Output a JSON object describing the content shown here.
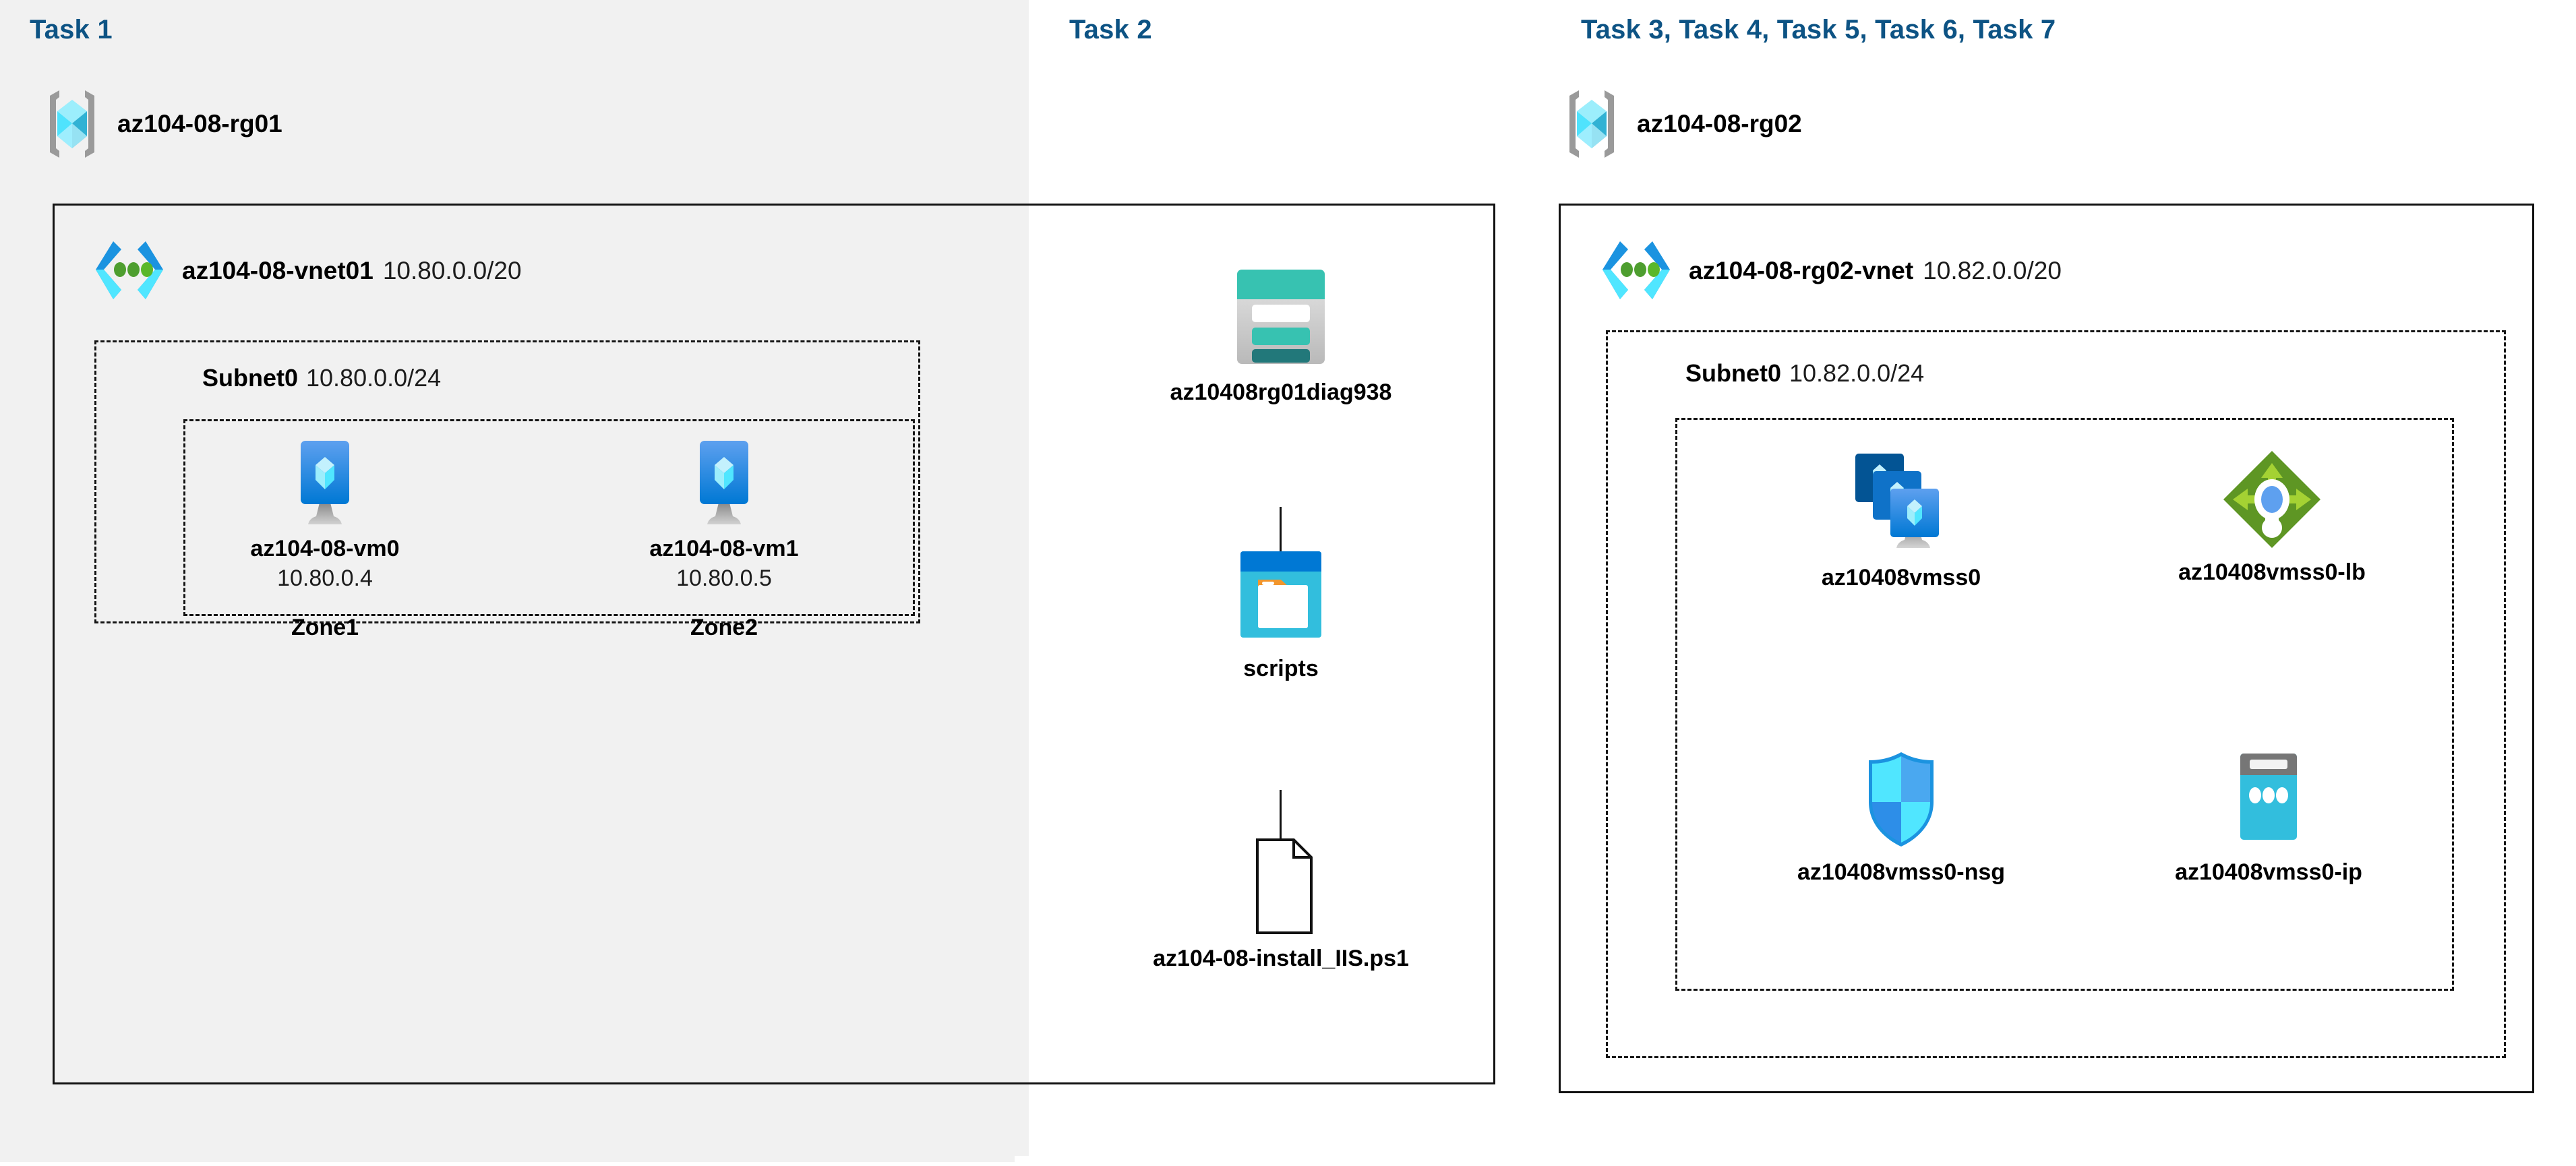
{
  "page": {
    "background": "#ffffff",
    "panel_background": "#f1f1f1",
    "title_color": "#0d5384"
  },
  "panels": [
    {
      "id": "task1",
      "title": "Task 1"
    },
    {
      "id": "task2",
      "title": "Task 2"
    },
    {
      "id": "task3",
      "title": "Task 3, Task 4, Task 5, Task 6, Task 7"
    }
  ],
  "resource_groups": [
    {
      "id": "rg01",
      "name": "az104-08-rg01",
      "icon": "resource-group-icon"
    },
    {
      "id": "rg02",
      "name": "az104-08-rg02",
      "icon": "resource-group-icon"
    }
  ],
  "vnets": [
    {
      "id": "vnet01",
      "name": "az104-08-vnet01",
      "cidr": "10.80.0.0/20",
      "icon": "virtual-network-icon"
    },
    {
      "id": "vnet02",
      "name": "az104-08-rg02-vnet",
      "cidr": "10.82.0.0/20",
      "icon": "virtual-network-icon"
    }
  ],
  "subnets": [
    {
      "id": "subnet0-vnet01",
      "name": "Subnet0",
      "cidr": "10.80.0.0/24"
    },
    {
      "id": "subnet0-vnet02",
      "name": "Subnet0",
      "cidr": "10.82.0.0/24"
    }
  ],
  "task1_nodes": [
    {
      "id": "vm0",
      "name": "az104-08-vm0",
      "ip": "10.80.0.4",
      "zone": "Zone1",
      "icon": "virtual-machine-icon"
    },
    {
      "id": "vm1",
      "name": "az104-08-vm1",
      "ip": "10.80.0.5",
      "zone": "Zone2",
      "icon": "virtual-machine-icon"
    }
  ],
  "task2_nodes": [
    {
      "id": "storage",
      "name": "az10408rg01diag938",
      "icon": "storage-account-icon"
    },
    {
      "id": "scripts",
      "name": "scripts",
      "icon": "blob-container-icon"
    },
    {
      "id": "ps1",
      "name": "az104-08-install_IIS.ps1",
      "icon": "file-icon"
    }
  ],
  "task3_nodes": [
    {
      "id": "vmss",
      "name": "az10408vmss0",
      "icon": "vm-scale-set-icon"
    },
    {
      "id": "vmss-lb",
      "name": "az10408vmss0-lb",
      "icon": "load-balancer-icon"
    },
    {
      "id": "vmss-nsg",
      "name": "az10408vmss0-nsg",
      "icon": "network-security-group-icon"
    },
    {
      "id": "vmss-ip",
      "name": "az10408vmss0-ip",
      "icon": "public-ip-address-icon"
    }
  ],
  "colors": {
    "azure_blue": "#1b93e0",
    "azure_cyan": "#50e6ff",
    "rg_bracket_gray": "#949494",
    "vnet_green_dot": "#4e9e2f",
    "storage_teal": "#37c2b1",
    "storage_teal_dark": "#22787a",
    "blob_blue": "#0078d4",
    "blob_cyan": "#32bedd",
    "blob_orange": "#f2962d",
    "lb_green_diamond": "#5e9624",
    "lb_green_arrow": "#a4d233",
    "lb_center_blue": "#5ea0ef",
    "nsg_cyan": "#32bedd",
    "nsg_blue": "#2d8ee8",
    "ip_gray": "#767676",
    "ip_cyan": "#32bedd",
    "outline_black": "#121212"
  }
}
